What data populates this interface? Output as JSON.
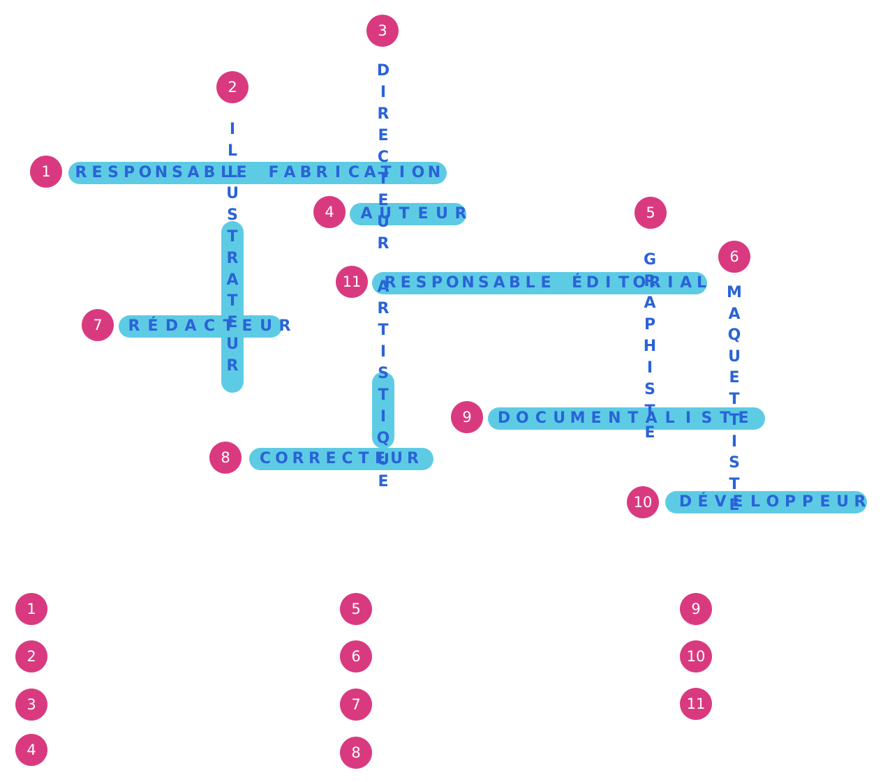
{
  "accent_colors": {
    "bar": "#5ecbe5",
    "letters": "#2a63d6",
    "badge": "#d93a7f"
  },
  "crossword": {
    "words": [
      {
        "number": "1",
        "answer": "RESPONSABLE FABRICATION",
        "direction": "across"
      },
      {
        "number": "2",
        "answer": "ILLUSTRATEUR",
        "direction": "down"
      },
      {
        "number": "3",
        "answer": "DIRECTEUR ARTISTIQUE",
        "direction": "down"
      },
      {
        "number": "4",
        "answer": "AUTEUR",
        "direction": "across"
      },
      {
        "number": "5",
        "answer": "GRAPHISTE",
        "direction": "down"
      },
      {
        "number": "6",
        "answer": "MAQUETTISTE",
        "direction": "down"
      },
      {
        "number": "7",
        "answer": "RÉDACTEUR",
        "direction": "across"
      },
      {
        "number": "8",
        "answer": "CORRECTEUR",
        "direction": "across"
      },
      {
        "number": "9",
        "answer": "DOCUMENTALISTE",
        "direction": "across"
      },
      {
        "number": "10",
        "answer": "DÉVELOPPEUR",
        "direction": "across"
      },
      {
        "number": "11",
        "answer": "RESPONSABLE ÉDITORIAL",
        "direction": "across"
      }
    ]
  },
  "answer_list": {
    "column_1": [
      "1",
      "2",
      "3",
      "4"
    ],
    "column_2": [
      "5",
      "6",
      "7",
      "8"
    ],
    "column_3": [
      "9",
      "10",
      "11"
    ]
  }
}
